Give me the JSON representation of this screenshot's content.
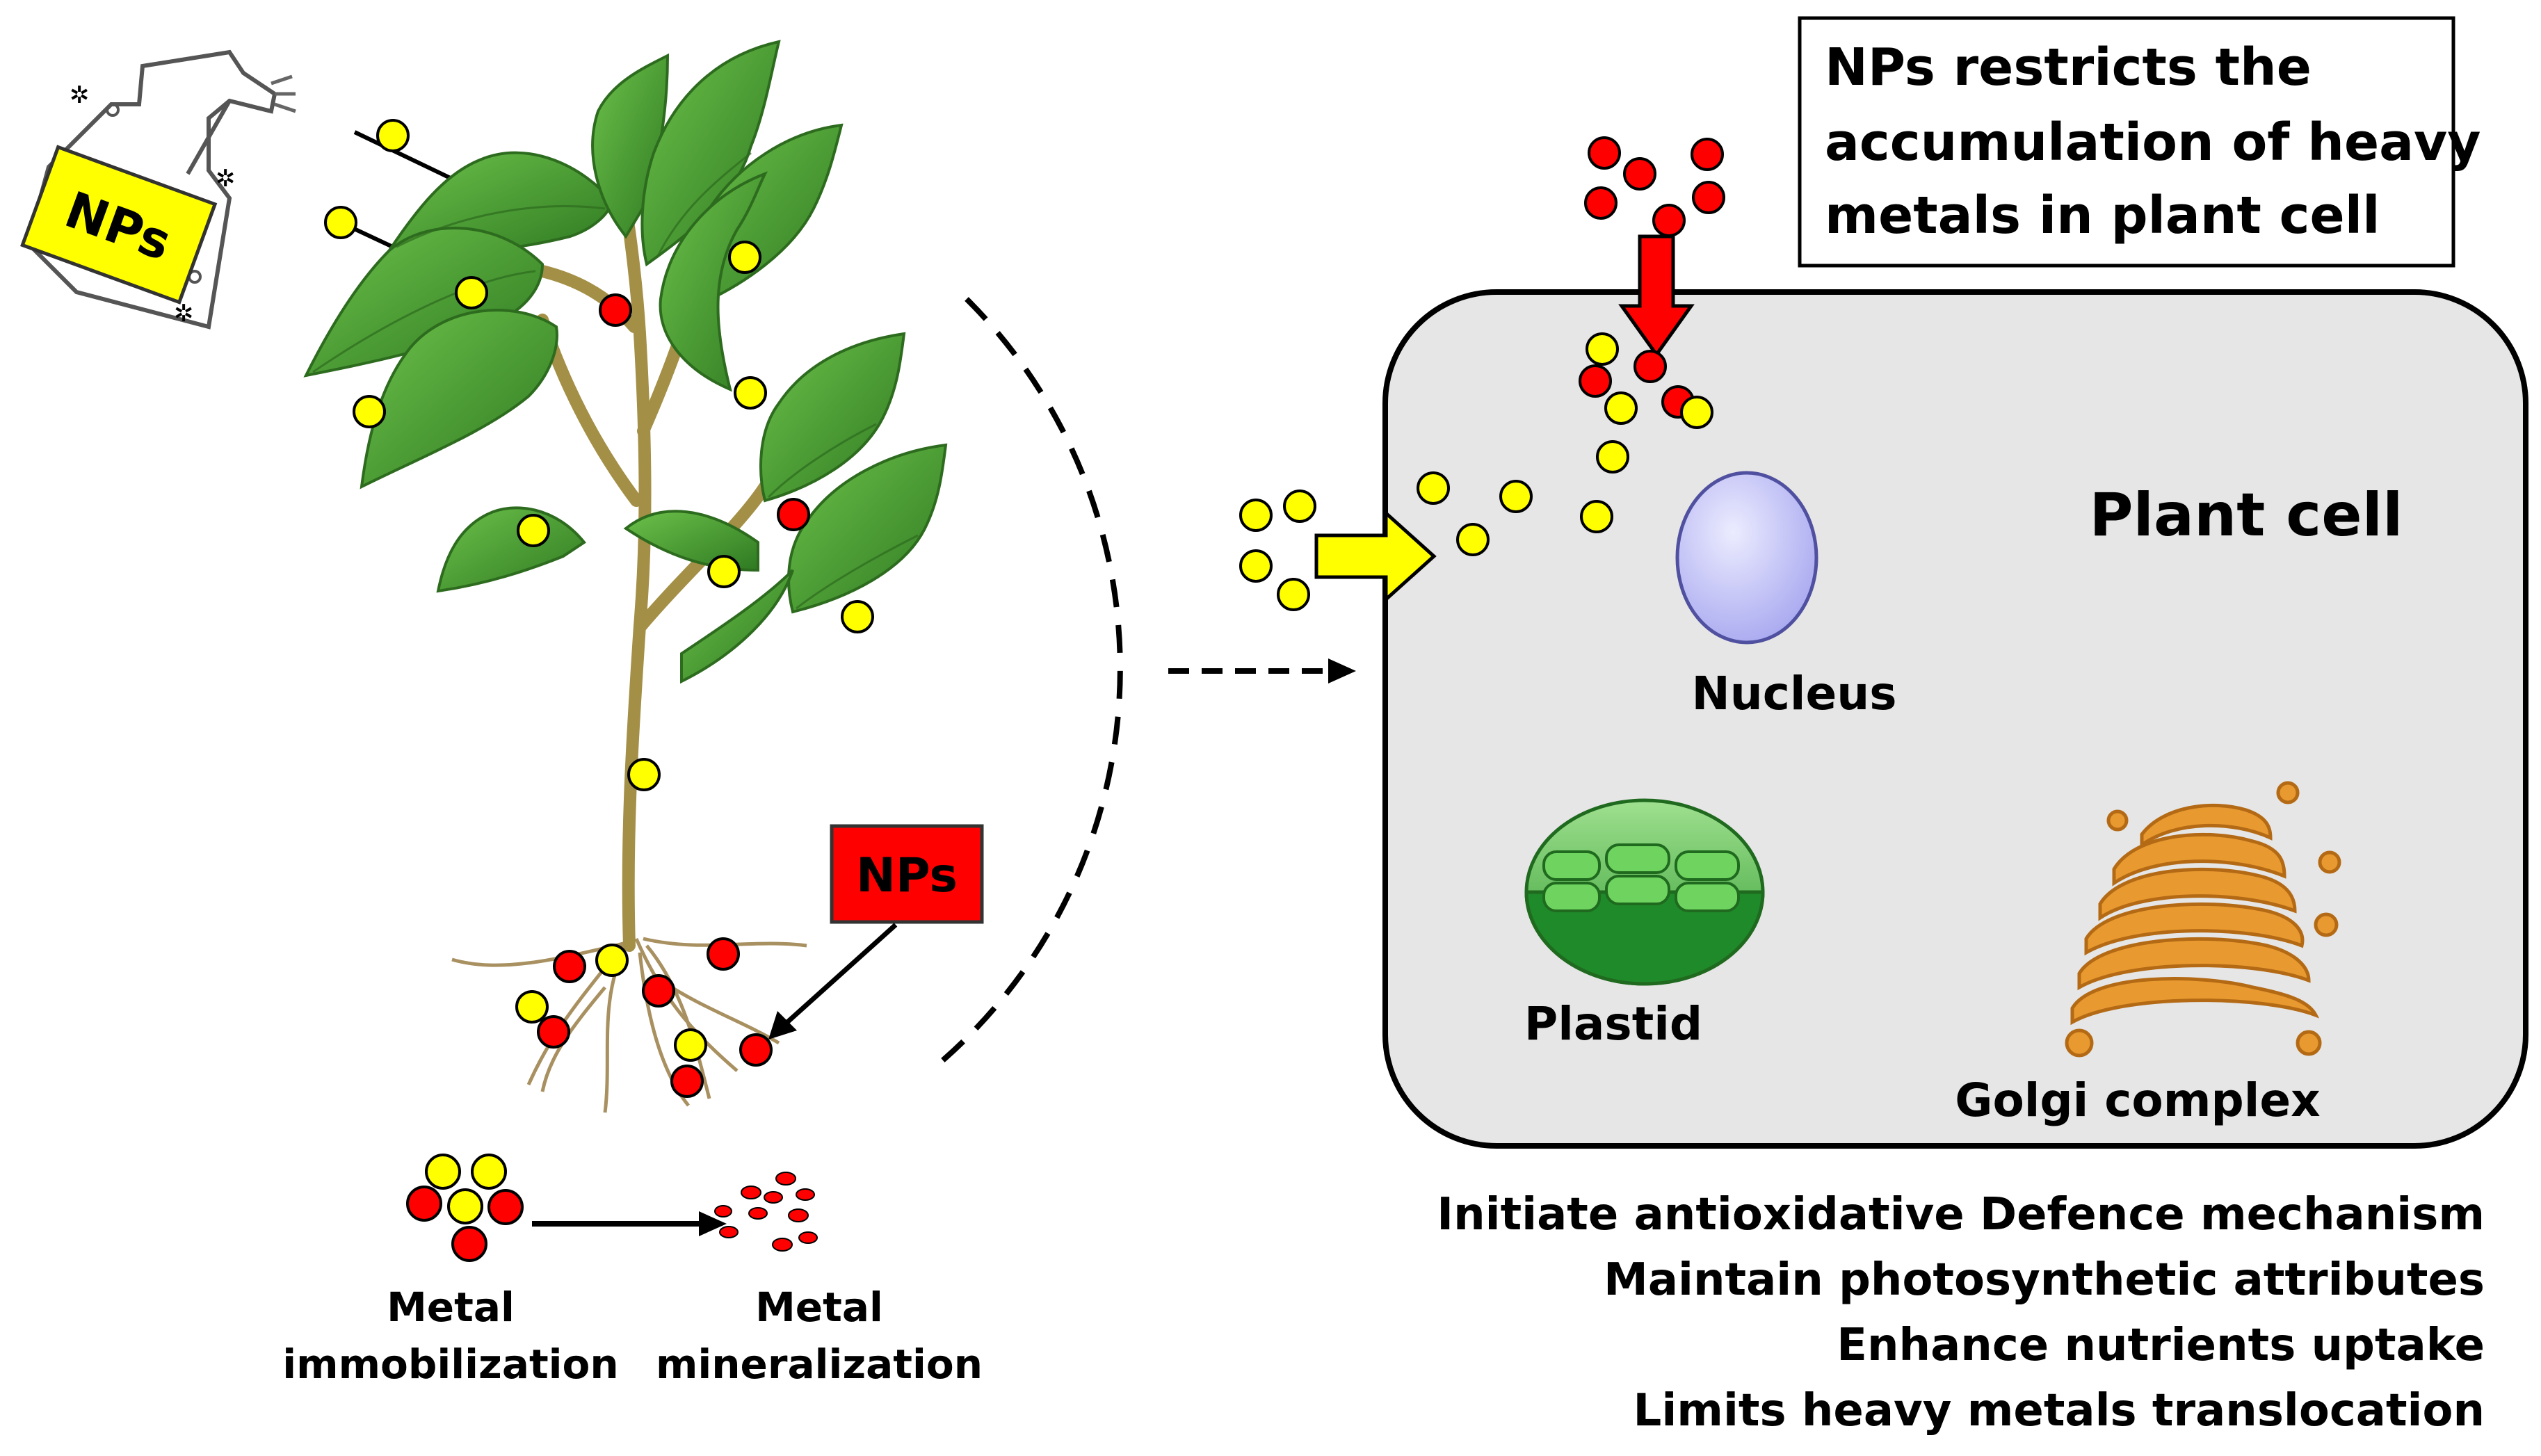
{
  "spray_label": "NPs",
  "soil_label": "NPs",
  "immobilization_label": [
    "Metal",
    "immobilization"
  ],
  "mineralization_label": [
    "Metal",
    "mineralization"
  ],
  "note_lines": [
    "NPs restricts the",
    "accumulation of heavy",
    "metals in plant cell"
  ],
  "cell_title": "Plant cell",
  "organelles": {
    "nucleus": "Nucleus",
    "plastid": "Plastid",
    "golgi": "Golgi complex"
  },
  "effects": [
    "Initiate antioxidative Defence mechanism",
    "Maintain photosynthetic attributes",
    "Enhance nutrients uptake",
    "Limits heavy metals translocation"
  ],
  "colors": {
    "np_yellow": "#ffff00",
    "metal_red": "#ff0000",
    "leaf": "#4a9a2e",
    "stem": "#a08a3c",
    "cell_fill": "#e6e6e6",
    "nucleus": "#c8c8ff",
    "plastid": "#3fae3f",
    "golgi": "#e89a30"
  }
}
